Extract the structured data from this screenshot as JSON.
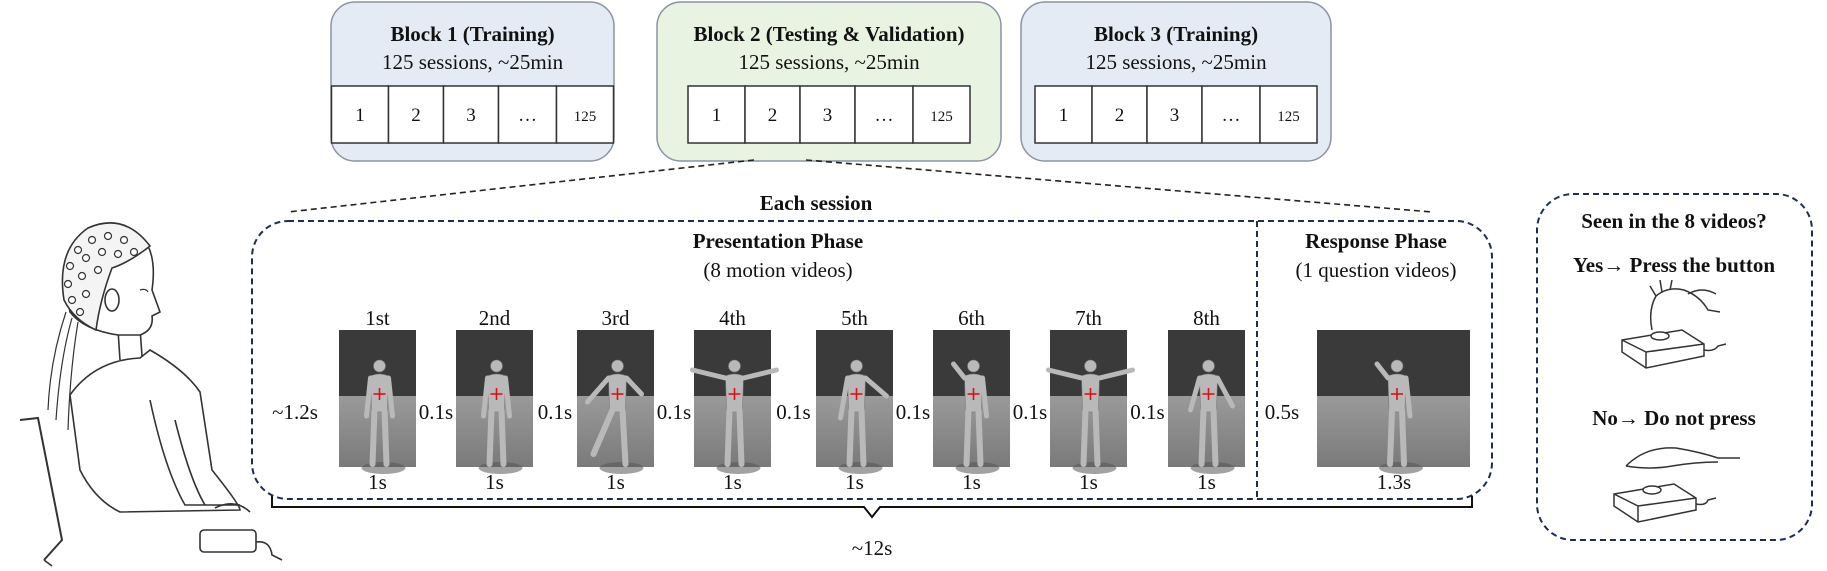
{
  "blocks": [
    {
      "title": "Block 1 (Training)",
      "subtitle": "125 sessions, ~25min",
      "cells": [
        "1",
        "2",
        "3",
        "…",
        "125"
      ],
      "bg": "#e4ebf4"
    },
    {
      "title": "Block 2 (Testing & Validation)",
      "subtitle": "125 sessions, ~25min",
      "cells": [
        "1",
        "2",
        "3",
        "…",
        "125"
      ],
      "bg": "#e9f3e2"
    },
    {
      "title": "Block 3 (Training)",
      "subtitle": "125 sessions, ~25min",
      "cells": [
        "1",
        "2",
        "3",
        "…",
        "125"
      ],
      "bg": "#e4ebf4"
    }
  ],
  "session_label": "Each session",
  "presentation": {
    "title": "Presentation Phase",
    "subtitle": "(8 motion videos)",
    "initial_interval": "~1.2s",
    "gap": "0.1s",
    "duration": "1s",
    "ordinals": [
      "1st",
      "2nd",
      "3rd",
      "4th",
      "5th",
      "6th",
      "7th",
      "8th"
    ]
  },
  "response": {
    "title": "Response Phase",
    "subtitle": "(1 question videos)",
    "gap": "0.5s",
    "duration": "1.3s"
  },
  "total_duration": "~12s",
  "instruction": {
    "question": "Seen in the 8 videos?",
    "yes": "Yes→ Press the button",
    "no": "No→ Do not press"
  },
  "colors": {
    "dashed_border": "#1f2d55",
    "frame_top": "#3a3a3a",
    "frame_bottom": "#8a8a8a",
    "figure": "#b9b9b9",
    "cross": "#e01010"
  }
}
